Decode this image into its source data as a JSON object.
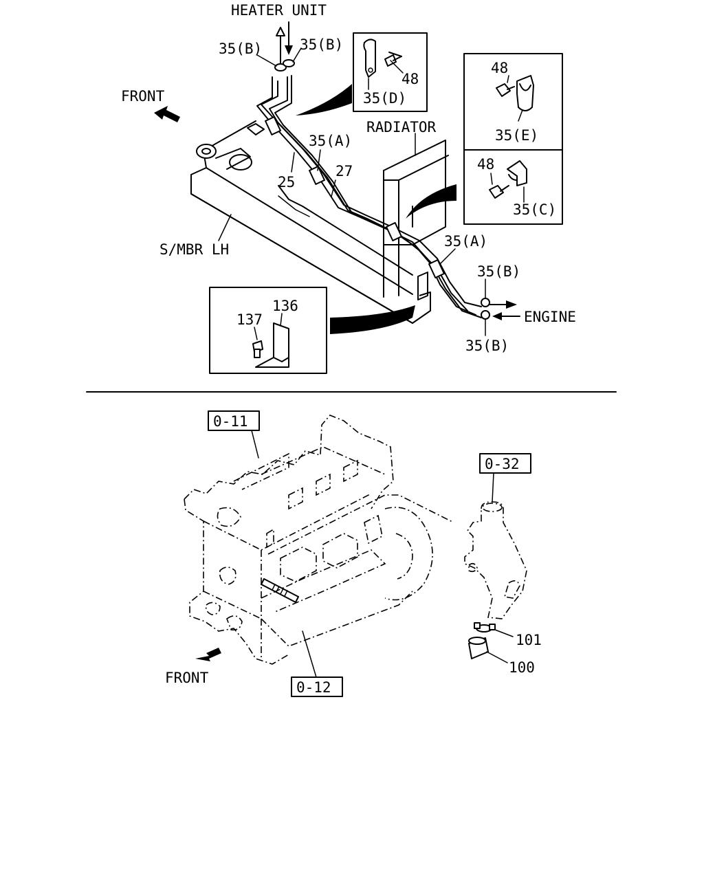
{
  "labels": {
    "heater_unit": "HEATER UNIT",
    "front_top": "FRONT",
    "radiator": "RADIATOR",
    "smbr_lh": "S/MBR LH",
    "engine": "ENGINE",
    "front_bottom": "FRONT"
  },
  "callouts": {
    "c35b_top_left": "35(B)",
    "c35b_top_right": "35(B)",
    "c35a_upper": "35(A)",
    "c25": "25",
    "c27": "27",
    "c35a_lower": "35(A)",
    "c35b_eng_upper": "35(B)",
    "c35b_eng_lower": "35(B)",
    "c48_d": "48",
    "c35d": "35(D)",
    "c48_e": "48",
    "c35e": "35(E)",
    "c48_c": "48",
    "c35c": "35(C)",
    "c137": "137",
    "c136": "136",
    "c101": "101",
    "c100": "100"
  },
  "ref_boxes": {
    "r011": "0-11",
    "r012": "0-12",
    "r032": "0-32"
  }
}
